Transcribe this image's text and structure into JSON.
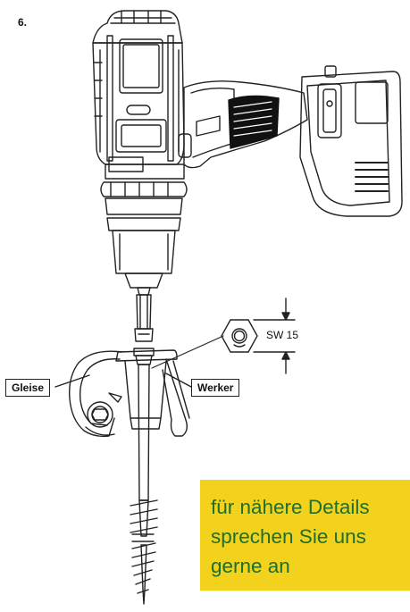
{
  "step": {
    "number": "6."
  },
  "labels": {
    "left": "Gleise",
    "right": "Werker",
    "wrench_size": "SW 15"
  },
  "info": {
    "lines": [
      "für nähere Details",
      "sprechen Sie uns",
      "gerne an"
    ]
  },
  "colors": {
    "info_background": "#f2d21c",
    "info_text": "#1f6e2c",
    "line_art": "#222222",
    "grip_texture": "#111111"
  },
  "icons": {
    "drill": "cordless-drill-icon",
    "bit": "hex-socket-bit-icon",
    "nut": "hex-nut-icon",
    "tool": "setting-tool-icon",
    "screw": "ground-screw-icon",
    "dimension": "dimension-arrows-icon"
  }
}
